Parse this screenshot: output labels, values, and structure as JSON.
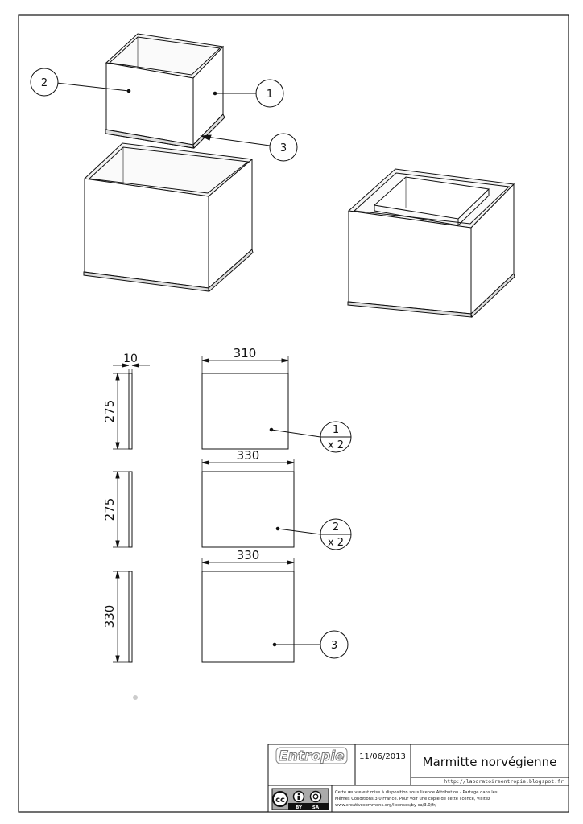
{
  "drawing": {
    "callouts": {
      "assembly": [
        "2",
        "1",
        "3"
      ],
      "part1": {
        "number": "1",
        "qty": "x 2"
      },
      "part2": {
        "number": "2",
        "qty": "x 2"
      },
      "part3": {
        "number": "3"
      }
    },
    "dimensions": {
      "thickness": "10",
      "part1_width": "310",
      "part1_height": "275",
      "part2_width": "330",
      "part2_height": "275",
      "part3_width": "330",
      "part3_height": "330"
    }
  },
  "title_block": {
    "logo_text": "Entropie",
    "date": "11/06/2013",
    "title": "Marmitte norvégienne",
    "url": "http://laboratoireentropie.blogspot.fr",
    "license_lines": [
      "Cette œuvre est mise à disposition sous licence Attribution - Partage dans les",
      "Mêmes Conditions 3.0 France. Pour voir une copie de cette licence, visitez",
      "www.creativecommons.org/licenses/by-sa/3.0/fr/"
    ],
    "cc_badge": {
      "cc": "cc",
      "by": "BY",
      "sa": "SA"
    }
  }
}
